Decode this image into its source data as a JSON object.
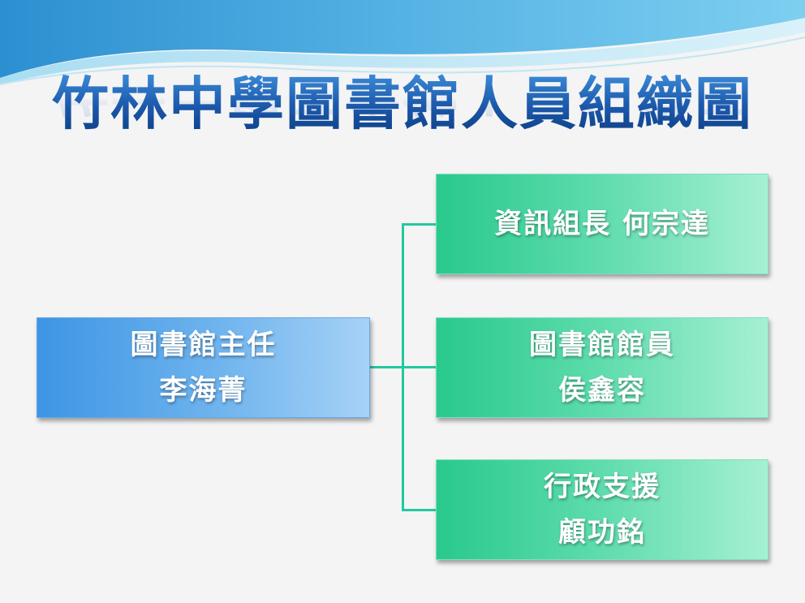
{
  "title": "竹林中學圖書館人員組織圖",
  "colors": {
    "title": "#1a56a8",
    "head_box": "#4b9fe6",
    "staff_box": "#3fd39c",
    "connector": "#22c9a0"
  },
  "head": {
    "role": "圖書館主任",
    "name": "李海菁"
  },
  "staff": [
    {
      "line1": "資訊組長 何宗達",
      "line2": ""
    },
    {
      "line1": "圖書館館員",
      "line2": "侯鑫容"
    },
    {
      "line1": "行政支援",
      "line2": "顧功銘"
    }
  ]
}
